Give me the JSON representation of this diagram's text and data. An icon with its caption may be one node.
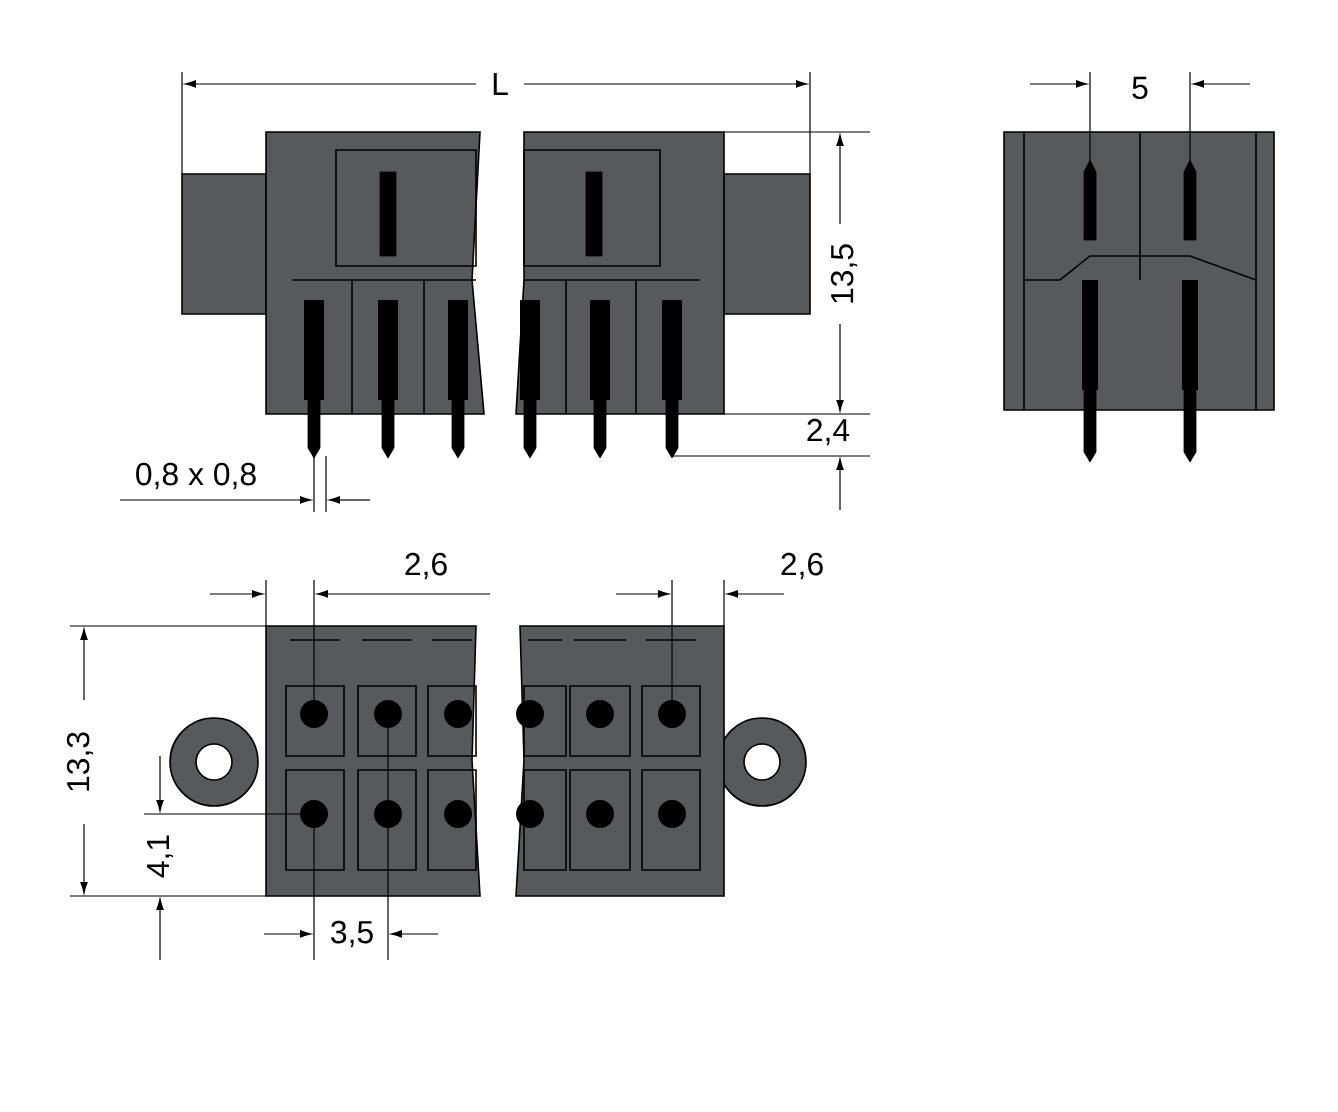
{
  "diagram": {
    "labels": [
      "L",
      "5",
      "13,5",
      "2,4",
      "0,8 x 0,8",
      "2,6",
      "2,6",
      "13,3",
      "4,1",
      "3,5"
    ]
  }
}
